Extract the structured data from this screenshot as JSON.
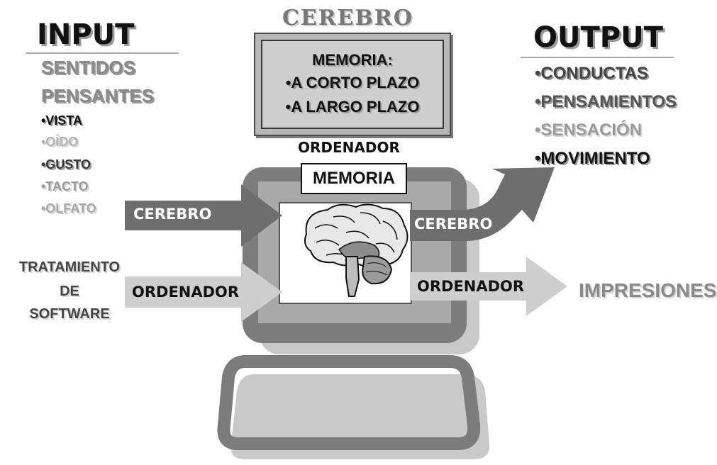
{
  "input": {
    "heading": "INPUT",
    "line1": "SENTIDOS",
    "line2": "PENSANTES",
    "senses": [
      "•VISTA",
      "•OÍDO",
      "•GUSTO",
      "•TACTO",
      "•OLFATO"
    ]
  },
  "center": {
    "cerebro_title": "CEREBRO",
    "memory_box": [
      "MEMORIA:",
      "•A CORTO PLAZO",
      "•A LARGO PLAZO"
    ],
    "ordenador_label": "ORDENADOR",
    "screen_label": "MEMORIA"
  },
  "output": {
    "heading": "OUTPUT",
    "items": [
      "•CONDUCTAS",
      "•PENSAMIENTOS",
      "•SENSACIÓN",
      "•MOVIMIENTO"
    ]
  },
  "arrows": {
    "in_brain": "CEREBRO",
    "in_computer": "ORDENADOR",
    "out_brain": "CEREBRO",
    "out_computer": "ORDENADOR"
  },
  "software": [
    "TRATAMIENTO",
    "DE",
    "SOFTWARE"
  ],
  "impressions": "IMPRESIONES",
  "colors": {
    "dark_gray": "#6e6e6e",
    "mid_gray": "#8a8a8a",
    "light_gray": "#bdbdbd"
  }
}
